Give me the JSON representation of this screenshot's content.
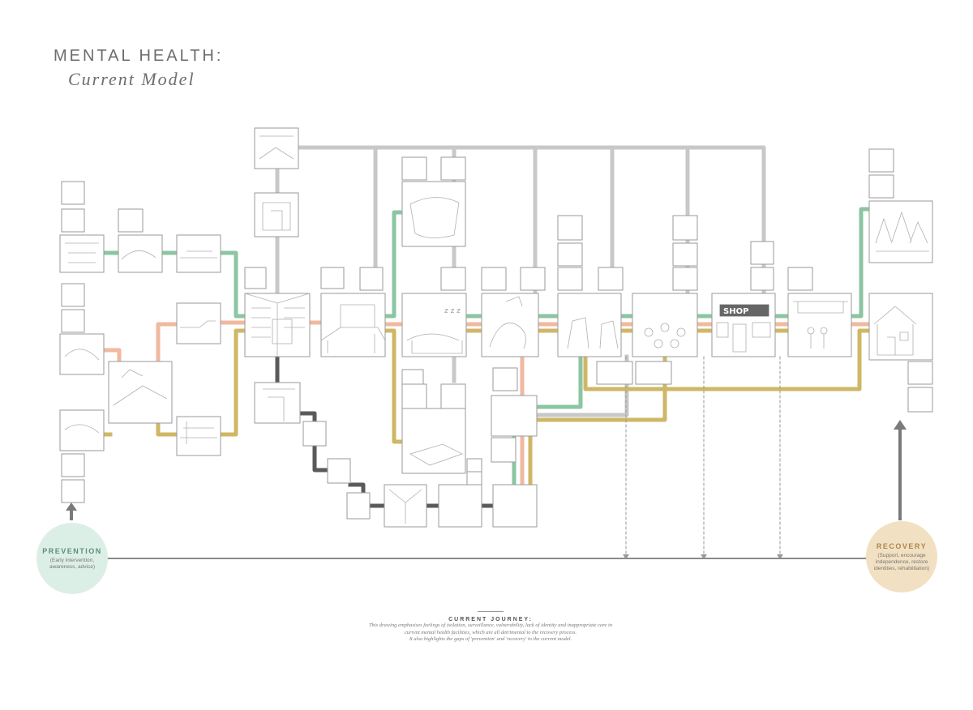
{
  "title": {
    "main": "MENTAL HEALTH:",
    "sub": "Current Model"
  },
  "prevention": {
    "title": "PREVENTION",
    "description": "(Early intervention, awareness, advice)"
  },
  "recovery": {
    "title": "RECOVERY",
    "description": "(Support, encourage independence, restore identities, rehabilitation)"
  },
  "shop_sign": "SHOP",
  "caption": {
    "title": "CURRENT JOURNEY:",
    "lines": [
      "This drawing emphasises feelings of isolation, surveillance, vulnerability, lack of identity and inappropriate care in",
      "current mental health facilities, which are all detrimental to the recovery process.",
      "It also highlights the gaps of 'prevention' and 'recovery' in the current model."
    ]
  },
  "colors": {
    "green": "#8cc5a2",
    "salmon": "#f0b9a0",
    "mustard": "#cfb766",
    "grey": "#c8c8c8",
    "dark": "#5a5a5a",
    "prevention_fill": "#dcefe7",
    "recovery_fill": "#f2e0c2"
  }
}
